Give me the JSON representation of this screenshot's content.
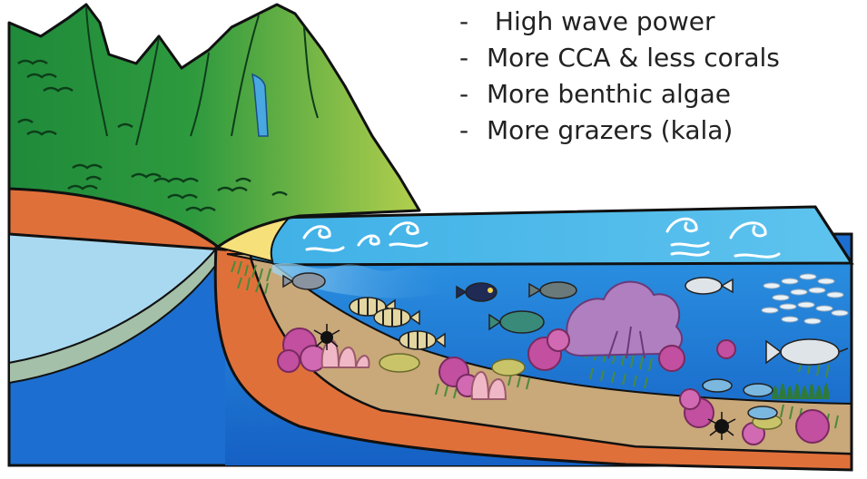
{
  "bullets": [
    {
      "dash": "-",
      "text": " High wave power"
    },
    {
      "dash": "-",
      "text": "More CCA & less corals"
    },
    {
      "dash": "-",
      "text": "More benthic algae"
    },
    {
      "dash": "-",
      "text": "More grazers (kala)"
    }
  ],
  "colors": {
    "mountain_dark": "#1f8a3a",
    "mountain_light": "#a6c94a",
    "soil": "#e0703a",
    "beach": "#f6e07a",
    "lagoon": "#a9d9f0",
    "sea_surface": "#43b3e6",
    "deep_water": "#1c6fd0",
    "reef_floor": "#c9a87a",
    "coral_pink": "#c24fa0",
    "cca": "#e9a8b8",
    "algae": "#6aa84f"
  },
  "icons": [
    "waterfall-icon",
    "wave-icon",
    "fish-icon",
    "sea-urchin-icon",
    "coral-icon",
    "algae-icon"
  ]
}
